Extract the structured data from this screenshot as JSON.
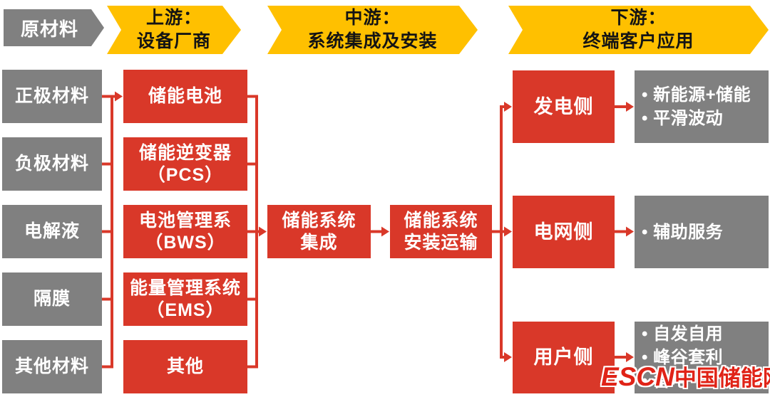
{
  "colors": {
    "box_red": "#D93829",
    "box_gray": "#808080",
    "header_yellow": "#FFC000",
    "connector_red": "#D93829",
    "watermark_red": "#E02317"
  },
  "header": {
    "raw_materials": "原材料",
    "upstream": "上游：\n设备厂商",
    "midstream": "中游：\n系统集成及安装",
    "downstream": "下游：\n终端客户应用"
  },
  "materials": [
    "正极材料",
    "负极材料",
    "电解液",
    "隔膜",
    "其他材料"
  ],
  "equipment": [
    "储能电池",
    "储能逆变器\n（PCS）",
    "电池管理系\n（BWS）",
    "能量管理系统\n（EMS）",
    "其他"
  ],
  "midstream_steps": [
    "储能系统\n集成",
    "储能系统\n安装运输"
  ],
  "applications": [
    {
      "side": "发电侧",
      "uses": [
        "• 新能源+储能",
        "• 平滑波动"
      ]
    },
    {
      "side": "电网侧",
      "uses": [
        "• 辅助服务"
      ]
    },
    {
      "side": "用户侧",
      "uses": [
        "• 自发自用",
        "• 峰谷套利",
        "• 备电"
      ]
    }
  ],
  "watermark": {
    "latin": "ESCN",
    "chinese": "中国储能网"
  }
}
